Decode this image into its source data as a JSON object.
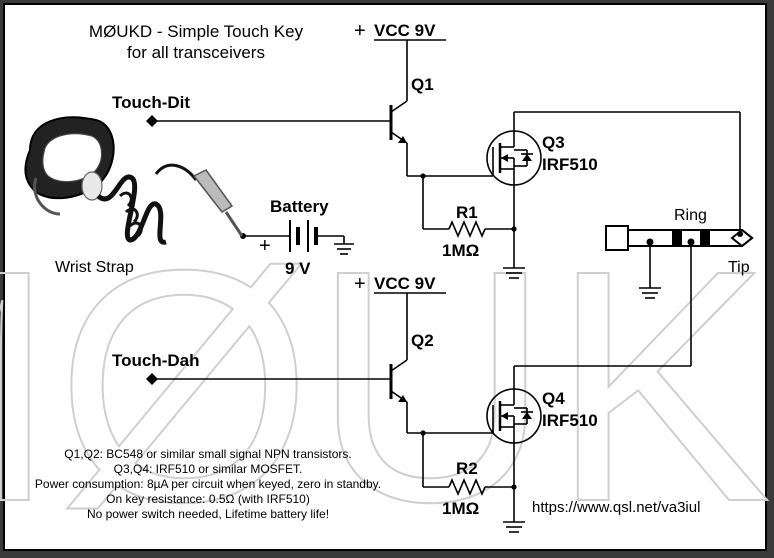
{
  "title": {
    "line1": "MØUKD - Simple Touch Key",
    "line2": "for all transceivers"
  },
  "watermark": "MØUKD",
  "supply1": {
    "plus": "+",
    "label": "VCC  9V"
  },
  "supply2": {
    "plus": "+",
    "label": "VCC  9V"
  },
  "inputs": {
    "dit": "Touch-Dit",
    "dah": "Touch-Dah"
  },
  "transistors": {
    "q1": "Q1",
    "q2": "Q2",
    "q3": "Q3",
    "q3_part": "IRF510",
    "q4": "Q4",
    "q4_part": "IRF510"
  },
  "resistors": {
    "r1": "R1",
    "r1_value": "1MΩ",
    "r2": "R2",
    "r2_value": "1MΩ"
  },
  "battery": {
    "label": "Battery",
    "plus": "+",
    "voltage": "9 V"
  },
  "strap": {
    "label": "Wrist Strap"
  },
  "jack": {
    "ring": "Ring",
    "tip": "Tip"
  },
  "notes": [
    "Q1,Q2: BC548 or similar small signal NPN transistors.",
    "Q3,Q4: IRF510 or similar MOSFET.",
    "Power consumption: 8µA per circuit when keyed, zero in standby.",
    "On key resistance: 0.5Ω (with IRF510)",
    "No power switch needed, Lifetime battery life!"
  ],
  "url": "https://www.qsl.net/va3iul"
}
